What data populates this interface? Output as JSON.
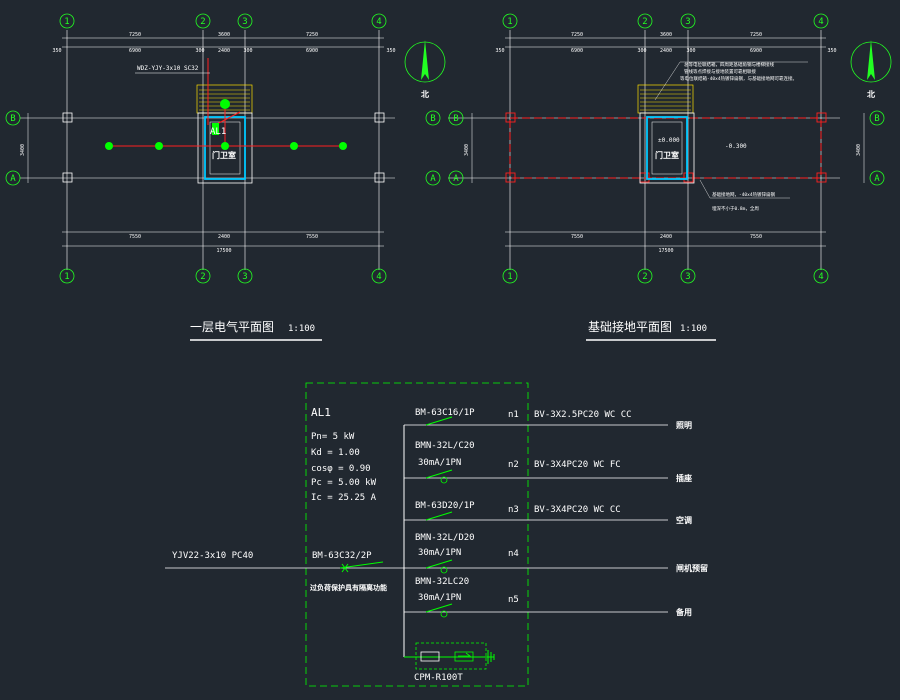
{
  "plan1": {
    "title": "一层电气平面图",
    "scale": "1:100",
    "axes_top": [
      "1",
      "2",
      "3",
      "4"
    ],
    "axes_side": [
      "B",
      "A"
    ],
    "dims_top_row1": [
      "7250",
      "3600",
      "7250"
    ],
    "dims_top_row2": [
      "350",
      "6900",
      "300",
      "2400",
      "300",
      "6900",
      "350"
    ],
    "dims_bottom_row1": [
      "7550",
      "2400",
      "7550"
    ],
    "dims_bottom_total": "17500",
    "dim_side": "3400",
    "cable_label": "WDZ-YJY-3x10 SC32",
    "panel_label": "AL1",
    "room_label": "门卫室",
    "north_label": "北"
  },
  "plan2": {
    "title": "基础接地平面图",
    "scale": "1:100",
    "axes_top": [
      "1",
      "2",
      "3",
      "4"
    ],
    "axes_side": [
      "B",
      "A"
    ],
    "dims_top_row1": [
      "7250",
      "3600",
      "7250"
    ],
    "dims_top_row2": [
      "350",
      "6900",
      "300",
      "2400",
      "300",
      "6900",
      "350"
    ],
    "dims_bottom_row1": [
      "7550",
      "2400",
      "7550"
    ],
    "dims_bottom_total": "17500",
    "dim_side": "3400",
    "room_label": "门卫室",
    "elev_inside": "±0.000",
    "elev_outside": "-0.300",
    "note_top_l1": "总等电位联结箱，四周距基础角钢与楼梯接线",
    "note_top_l2": "管线等点焊接与接地装置可靠相联接",
    "note_top_l3": "等电位联结箱-40x4热镀锌扁钢，与基础接地网可靠连接。",
    "note_bottom_l1": "基础接地网，-40x4热镀锌扁钢",
    "note_bottom_l2": "埋深不小于0.8m，全周",
    "north_label": "北"
  },
  "panel": {
    "name": "AL1",
    "pn": "Pn= 5 kW",
    "kd": "Kd = 1.00",
    "cos": "cosφ = 0.90",
    "pc": "Pc = 5.00 kW",
    "ic": "Ic = 25.25 A",
    "incoming_cable": "YJV22-3x10  PC40",
    "main_breaker": "BM-63C32/2P",
    "main_breaker_note": "过负荷保护具有隔离功能",
    "surge": "CPM-R100T",
    "circuits": [
      {
        "breaker": "BM-63C16/1P",
        "rcd": "",
        "no": "n1",
        "cable": "BV-3X2.5PC20 WC CC",
        "use": "照明"
      },
      {
        "breaker": "BMN-32L/C20",
        "rcd": "30mA/1PN",
        "no": "n2",
        "cable": "BV-3X4PC20 WC FC",
        "use": "插座"
      },
      {
        "breaker": "BM-63D20/1P",
        "rcd": "",
        "no": "n3",
        "cable": "BV-3X4PC20 WC CC",
        "use": "空调"
      },
      {
        "breaker": "BMN-32L/D20",
        "rcd": "30mA/1PN",
        "no": "n4",
        "cable": "",
        "use": "闸机预留"
      },
      {
        "breaker": "BMN-32LC20",
        "rcd": "30mA/1PN",
        "no": "n5",
        "cable": "",
        "use": "备用"
      }
    ]
  },
  "colors": {
    "background": "#212830",
    "axis": "#22ff22",
    "line": "#ffffff",
    "wire": "#ff2020",
    "device": "#00ff00",
    "wall": "#00c8ff",
    "hatch": "#ffe000",
    "dashed": "#00ff00"
  }
}
